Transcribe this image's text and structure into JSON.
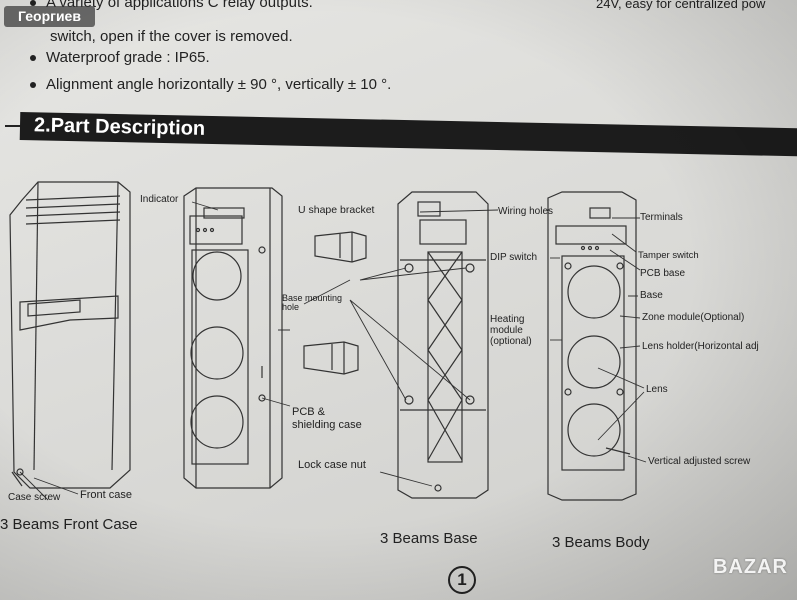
{
  "user_badge": "Георгиев",
  "bullets": [
    "A variety of applications C relay outputs.",
    "switch, open if the cover is removed.",
    "Waterproof grade : IP65.",
    "Alignment angle horizontally ± 90 °, vertically ± 10 °."
  ],
  "top_right_text": "24V, easy for centralized pow",
  "section_title": "2.Part Description",
  "labels": {
    "indicator": "Indicator",
    "u_bracket": "U shape bracket",
    "base_mounting": "Base mounting\nhole",
    "pcb_shield": "PCB &\nshielding case",
    "lock_nut": "Lock case nut",
    "wiring_holes": "Wiring holes",
    "dip_switch": "DIP switch",
    "heating": "Heating\nmodule\n(optional)",
    "terminals": "Terminals",
    "tamper": "Tamper switch",
    "pcb_base": "PCB base",
    "base": "Base",
    "zone_module": "Zone module(Optional)",
    "lens_holder": "Lens holder(Horizontal adj",
    "lens": "Lens",
    "vertical_screw": "Vertical adjusted screw",
    "case_screw": "Case screw",
    "front_case": "Front case"
  },
  "captions": {
    "front_case": "3 Beams Front Case",
    "base": "3 Beams Base",
    "body": "3 Beams Body"
  },
  "page_number": "1",
  "watermark": "BAZAR"
}
